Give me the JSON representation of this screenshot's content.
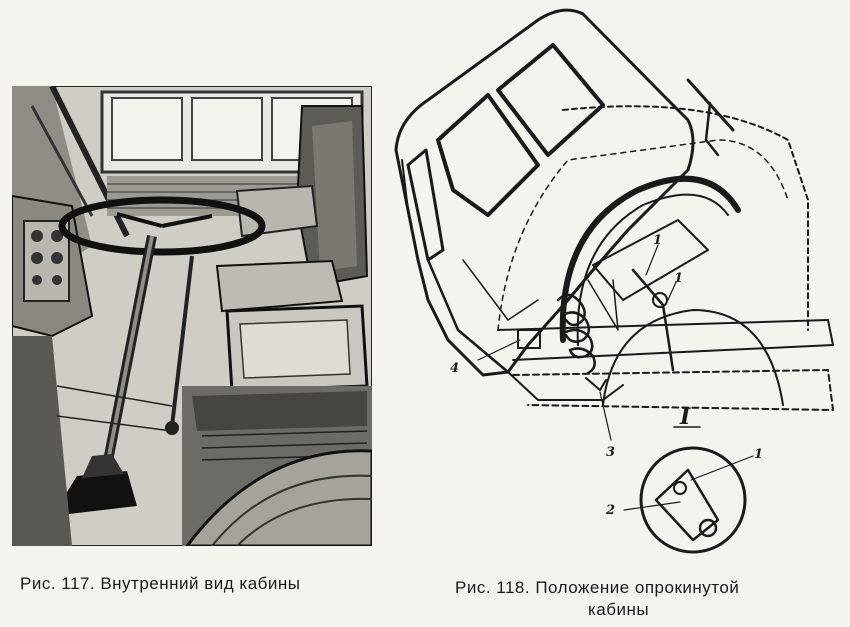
{
  "figure117": {
    "caption": "Рис. 117. Внутренний вид кабины"
  },
  "figure118": {
    "caption_line1": "Рис. 118. Положение опрокинутой",
    "caption_line2": "кабины",
    "callouts": {
      "c1a": "1",
      "c1b": "1",
      "c3": "3",
      "c4": "4",
      "section": "I",
      "detail1": "1",
      "detail2": "2"
    }
  }
}
